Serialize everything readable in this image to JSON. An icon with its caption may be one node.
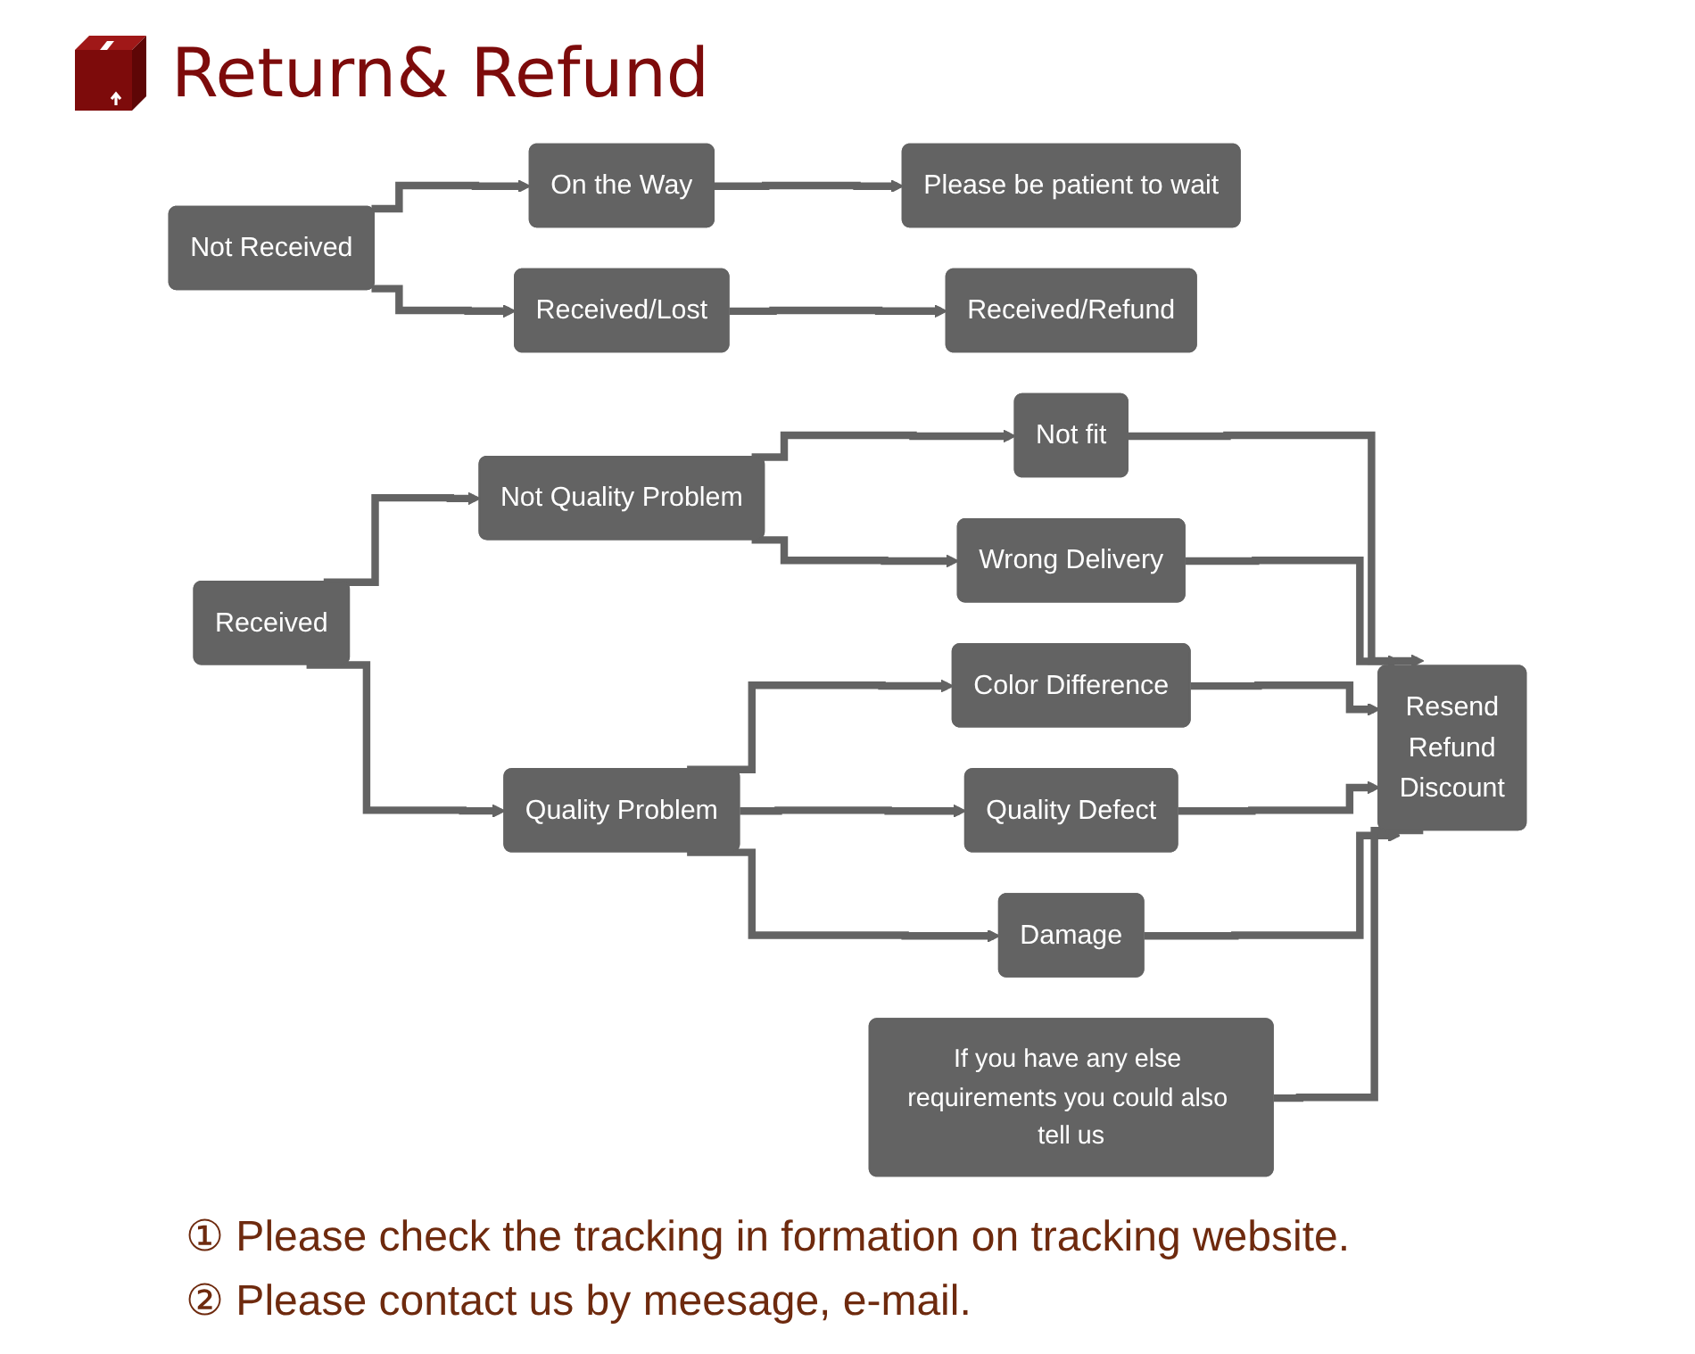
{
  "diagram": {
    "title": "Return& Refund",
    "nodes": [
      {
        "text": [
          "Not Received"
        ]
      },
      {
        "text": [
          "On the Way"
        ]
      },
      {
        "text": [
          "Received/Lost"
        ]
      },
      {
        "text": [
          "Please be patient to wait"
        ]
      },
      {
        "text": [
          "Received/Refund"
        ]
      },
      {
        "text": [
          "Received"
        ]
      },
      {
        "text": [
          "Not Quality Problem"
        ]
      },
      {
        "text": [
          "Quality Problem"
        ]
      },
      {
        "text": [
          "Not fit"
        ]
      },
      {
        "text": [
          "Wrong Delivery"
        ]
      },
      {
        "text": [
          "Color Difference"
        ]
      },
      {
        "text": [
          "Quality Defect"
        ]
      },
      {
        "text": [
          "Damage"
        ]
      },
      {
        "text": [
          "Resend",
          "Refund",
          "Discount"
        ]
      },
      {
        "text": [
          "If you have any else requirements you could also tell us"
        ]
      }
    ],
    "edges": [
      {
        "from": 0,
        "to": 1,
        "arrow": "to"
      },
      {
        "from": 0,
        "to": 2,
        "arrow": "to"
      },
      {
        "from": 1,
        "to": 3,
        "arrow": "to"
      },
      {
        "from": 2,
        "to": 4,
        "arrow": "to"
      },
      {
        "from": 5,
        "to": 6,
        "arrow": "to"
      },
      {
        "from": 5,
        "to": 7,
        "arrow": "to"
      },
      {
        "from": 6,
        "to": 8,
        "arrow": "to"
      },
      {
        "from": 6,
        "to": 9,
        "arrow": "to"
      },
      {
        "from": 7,
        "to": 10,
        "arrow": "to"
      },
      {
        "from": 7,
        "to": 11,
        "arrow": "to"
      },
      {
        "from": 7,
        "to": 12,
        "arrow": "to"
      },
      {
        "from": 8,
        "to": 13,
        "arrow": "to"
      },
      {
        "from": 9,
        "to": 13,
        "arrow": "to"
      },
      {
        "from": 10,
        "to": 13,
        "arrow": "to"
      },
      {
        "from": 11,
        "to": 13,
        "arrow": "to"
      },
      {
        "from": 12,
        "to": 13,
        "arrow": "to"
      },
      {
        "from": 14,
        "to": 13,
        "arrow": "none"
      }
    ],
    "labels": [
      "① Please check the tracking in formation on tracking website.",
      "② Please contact us by meesage, e-mail."
    ]
  }
}
